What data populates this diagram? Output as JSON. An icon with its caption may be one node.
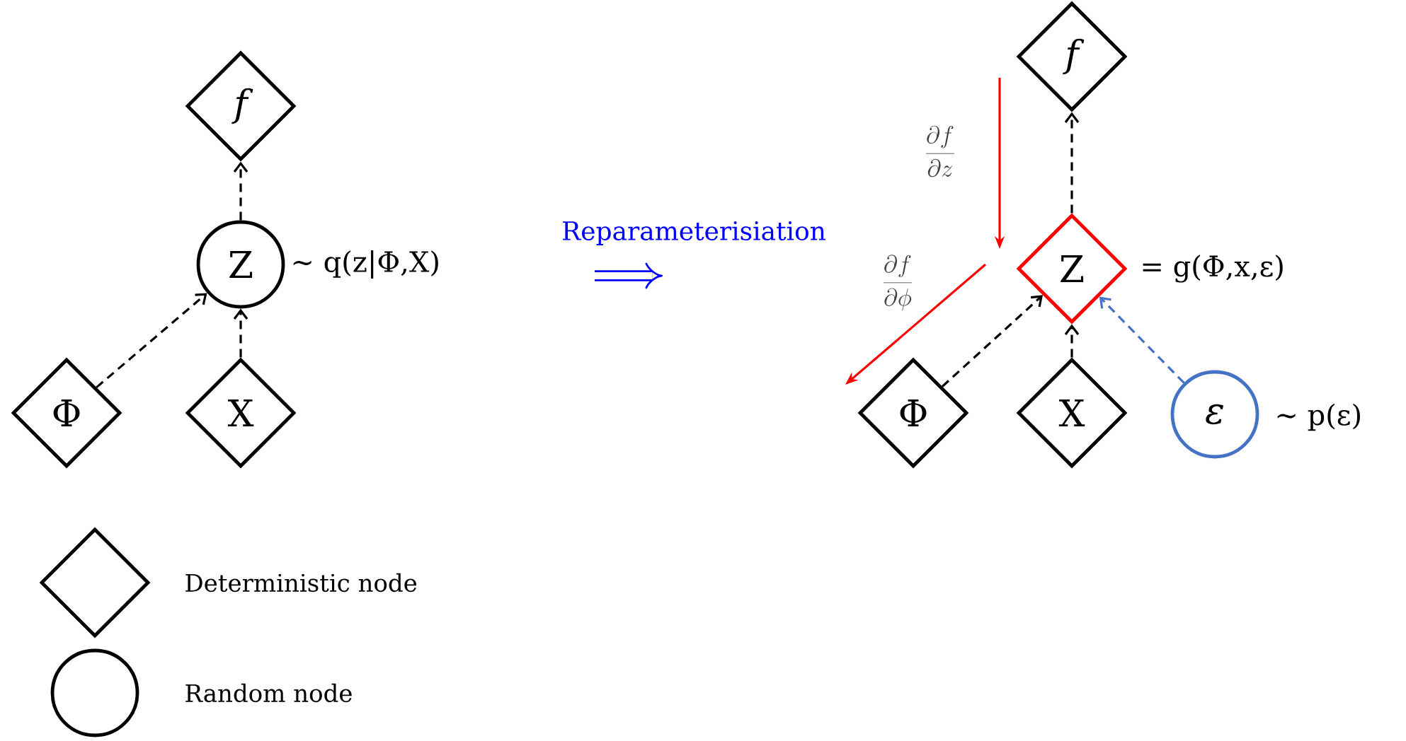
{
  "diagram": {
    "nodes": [
      {
        "text": [
          "f"
        ]
      },
      {
        "text": [
          "Z"
        ],
        "beside": [
          "∼ q(z|Φ,X)"
        ]
      },
      {
        "text": [
          "Φ"
        ]
      },
      {
        "text": [
          "X"
        ]
      },
      {
        "text": [
          "f"
        ]
      },
      {
        "text": [
          "Z"
        ],
        "beside": [
          "= g(Φ,x,ε)"
        ]
      },
      {
        "text": [
          "Φ"
        ]
      },
      {
        "text": [
          "X"
        ]
      },
      {
        "text": [
          "ε"
        ],
        "beside": [
          "∼ p(ε)"
        ]
      }
    ],
    "edges": [
      {
        "from": 1,
        "to": 0,
        "arrow": "to",
        "style": "dashed"
      },
      {
        "from": 2,
        "to": 1,
        "arrow": "to",
        "style": "dashed"
      },
      {
        "from": 3,
        "to": 1,
        "arrow": "to",
        "style": "dashed"
      },
      {
        "from": 5,
        "to": 4,
        "arrow": "to",
        "style": "dashed"
      },
      {
        "from": 6,
        "to": 5,
        "arrow": "to",
        "style": "dashed"
      },
      {
        "from": 7,
        "to": 5,
        "arrow": "to",
        "style": "dashed"
      },
      {
        "from": 8,
        "to": 5,
        "arrow": "to",
        "style": "dashed",
        "color": "#4472c4"
      }
    ],
    "labels": [
      "Reparameterisiation",
      "\\frac{\\partial f}{\\partial z}",
      "\\frac{\\partial f}{\\partial \\phi}"
    ],
    "legend": [
      {
        "text": "Deterministic node"
      },
      {
        "text": "Random node"
      }
    ]
  }
}
